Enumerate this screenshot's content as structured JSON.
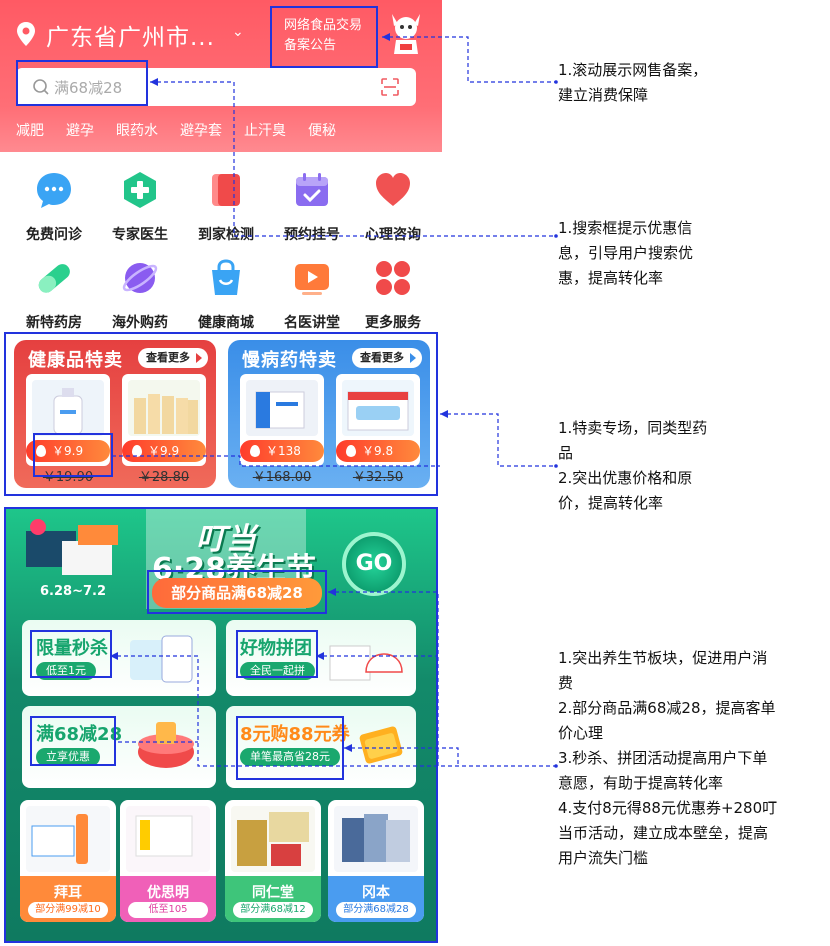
{
  "header": {
    "location": "广东省广州市...",
    "notice_line1": "网络食品交易",
    "notice_line2": "备案公告",
    "search_hint": "满68减28",
    "hot_words": [
      "减肥",
      "避孕",
      "眼药水",
      "避孕套",
      "止汗臭",
      "便秘"
    ]
  },
  "services": [
    {
      "label": "免费问诊",
      "icon": "chat-bubble-icon",
      "color": "#3aa4f4"
    },
    {
      "label": "专家医生",
      "icon": "medical-cross-icon",
      "color": "#22c58a"
    },
    {
      "label": "到家检测",
      "icon": "test-kit-icon",
      "color": "#f04a4a"
    },
    {
      "label": "预约挂号",
      "icon": "calendar-check-icon",
      "color": "#8a6cf0"
    },
    {
      "label": "心理咨询",
      "icon": "heart-icon",
      "color": "#f05252"
    },
    {
      "label": "新特药房",
      "icon": "capsule-icon",
      "color": "#2ad08e"
    },
    {
      "label": "海外购药",
      "icon": "planet-icon",
      "color": "#8a5cf0"
    },
    {
      "label": "健康商城",
      "icon": "shopping-bag-icon",
      "color": "#3aa4f4"
    },
    {
      "label": "名医讲堂",
      "icon": "video-play-icon",
      "color": "#ff7a3a"
    },
    {
      "label": "更多服务",
      "icon": "grid-more-icon",
      "color": "#f04a4a"
    }
  ],
  "sale": {
    "left_title": "健康品特卖",
    "right_title": "慢病药特卖",
    "more_label": "查看更多",
    "products": [
      {
        "price": "￥9.9",
        "orig": "￥19.90"
      },
      {
        "price": "￥9.9",
        "orig": "￥28.80"
      },
      {
        "price": "￥138",
        "orig": "￥168.00"
      },
      {
        "price": "￥9.8",
        "orig": "￥32.50"
      }
    ]
  },
  "festival": {
    "title1": "叮当",
    "title2": "6·28养生节",
    "date": "6.28~7.2",
    "go": "GO",
    "promo": "部分商品满68减28",
    "activities": [
      {
        "title": "限量秒杀",
        "sub": "低至1元"
      },
      {
        "title": "好物拼团",
        "sub": "全民一起拼"
      },
      {
        "title": "满68减28",
        "sub": "立享优惠"
      },
      {
        "title": "8元购88元券",
        "sub": "单笔最高省28元"
      }
    ],
    "brands": [
      {
        "name": "拜耳",
        "promo": "部分满99减10",
        "color": "#ff8a3a"
      },
      {
        "name": "优思明",
        "promo": "低至105",
        "color": "#f060b8"
      },
      {
        "name": "同仁堂",
        "promo": "部分满68减12",
        "color": "#3ec57a"
      },
      {
        "name": "冈本",
        "promo": "部分满68减28",
        "color": "#4a9cf0"
      }
    ]
  },
  "annotations": {
    "note1": [
      "1.滚动展示网售备案，",
      "建立消费保障"
    ],
    "note2": [
      "1.搜索框提示优惠信",
      "息，引导用户搜索优",
      "惠，提高转化率"
    ],
    "note3": [
      "1.特卖专场，同类型药",
      "品",
      "2.突出优惠价格和原",
      "价，提高转化率"
    ],
    "note4": [
      "1.突出养生节板块，促进用户消",
      "费",
      "2.部分商品满68减28，提高客单",
      "价心理",
      "3.秒杀、拼团活动提高用户下单",
      "意愿，有助于提高转化率",
      "4.支付8元得88元优惠券+280叮",
      "当币活动，建立成本壁垒，提高",
      "用户流失门槛"
    ]
  },
  "colors": {
    "header": "#ff5a64",
    "outline": "#2233dd",
    "festival": "#138a6a"
  }
}
